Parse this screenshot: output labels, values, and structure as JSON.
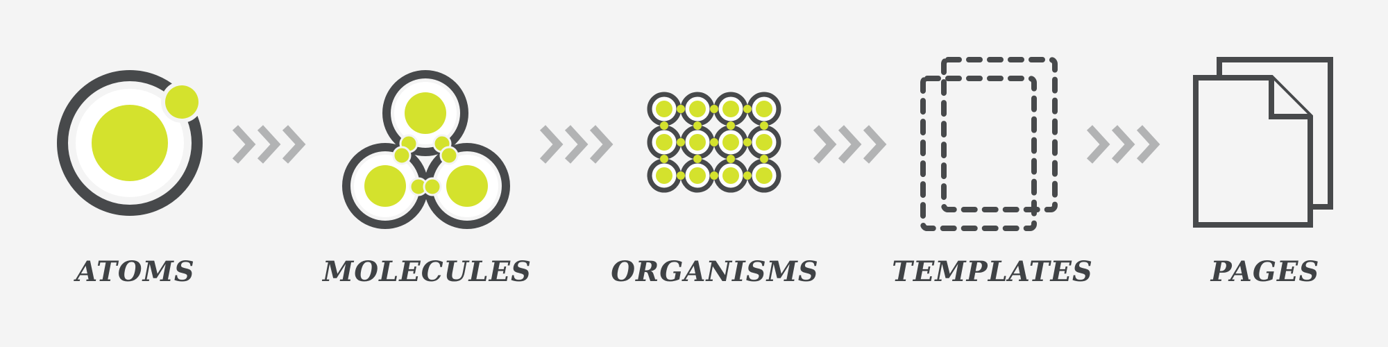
{
  "colors": {
    "background": "#f4f4f4",
    "dark": "#47494b",
    "accent": "#d4e22d",
    "chevron": "#b2b3b4",
    "label": "#3f4245"
  },
  "stages": [
    {
      "label": "ATOMS",
      "icon": "atom-icon"
    },
    {
      "label": "MOLECULES",
      "icon": "molecule-icon"
    },
    {
      "label": "ORGANISMS",
      "icon": "organism-icon"
    },
    {
      "label": "TEMPLATES",
      "icon": "template-icon"
    },
    {
      "label": "PAGES",
      "icon": "pages-icon"
    }
  ],
  "connector_icon": "triple-chevron-right-icon"
}
